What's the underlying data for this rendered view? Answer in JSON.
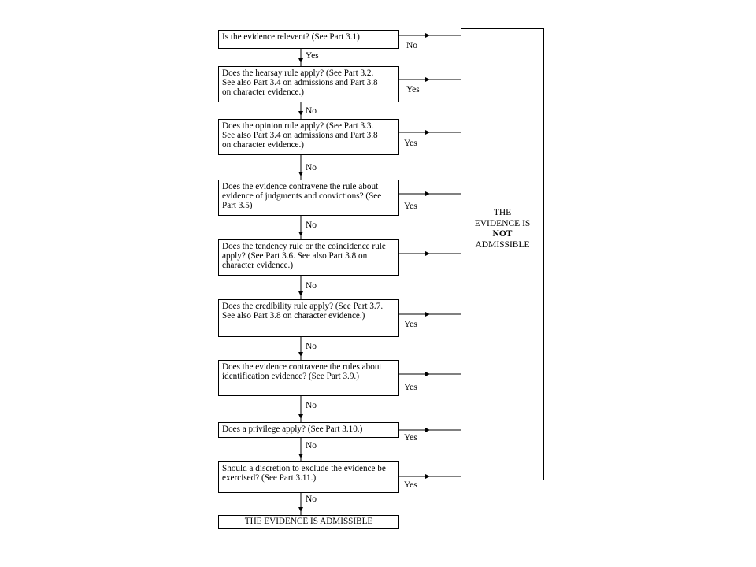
{
  "flowchart": {
    "questions": [
      {
        "text": "Is the evidence relevent? (See Part 3.1)",
        "down_label": "Yes",
        "side_label": "No"
      },
      {
        "text": "Does the hearsay rule apply? (See Part 3.2.\nSee also Part 3.4 on admissions and Part 3.8\non character evidence.)",
        "down_label": "No",
        "side_label": "Yes"
      },
      {
        "text": "Does the opinion rule apply? (See Part 3.3.\nSee also Part 3.4 on admissions and Part 3.8\non character evidence.)",
        "down_label": "No",
        "side_label": "Yes"
      },
      {
        "text": "Does the evidence contravene the rule about\nevidence of judgments and convictions? (See\nPart 3.5)",
        "down_label": "No",
        "side_label": "Yes"
      },
      {
        "text": "Does the tendency rule or the coincidence rule\napply? (See Part 3.6. See also Part 3.8 on\ncharacter evidence.)",
        "down_label": "No",
        "side_label": ""
      },
      {
        "text": "Does the credibility rule apply? (See Part 3.7.\nSee also Part 3.8 on character evidence.)",
        "down_label": "No",
        "side_label": "Yes"
      },
      {
        "text": "Does the evidence contravene the rules about\nidentification evidence? (See Part 3.9.)",
        "down_label": "No",
        "side_label": "Yes"
      },
      {
        "text": "Does a privilege apply? (See Part 3.10.)",
        "down_label": "No",
        "side_label": "Yes"
      },
      {
        "text": "Should a discretion to exclude the evidence be\nexercised? (See Part 3.11.)",
        "down_label": "No",
        "side_label": "Yes"
      }
    ],
    "not_admissible": {
      "line1": "THE",
      "line2": "EVIDENCE IS",
      "line3": "NOT",
      "line4": "ADMISSIBLE"
    },
    "admissible": "THE EVIDENCE IS ADMISSIBLE"
  }
}
